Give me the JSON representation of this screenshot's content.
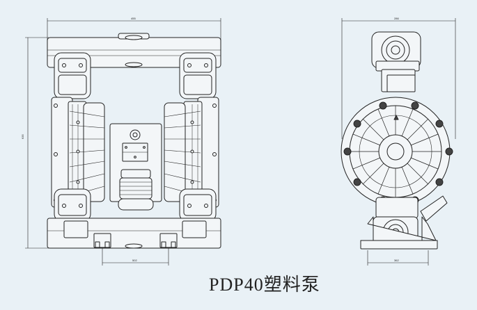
{
  "caption": "PDP40塑料泵",
  "dimensions": {
    "front_width": "455",
    "front_height": "635",
    "front_base": "502",
    "side_width": "286",
    "side_base": "362"
  }
}
